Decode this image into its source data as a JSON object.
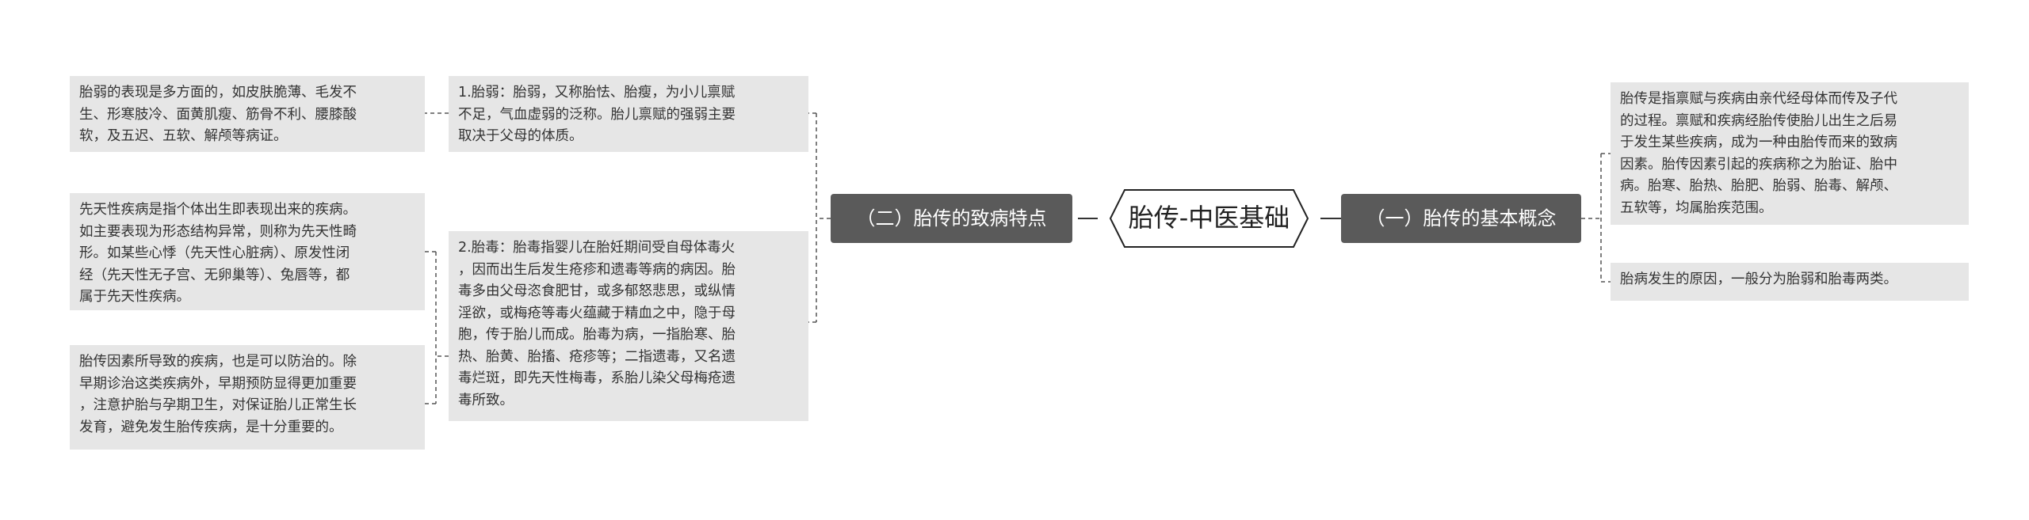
{
  "root": {
    "title": "胎传-中医基础"
  },
  "left_branch": {
    "label": "（二）胎传的致病特点",
    "items": [
      {
        "lines": [
          "1.胎弱：胎弱，又称胎怯、胎瘦，为小儿禀赋",
          "不足，气血虚弱的泛称。胎儿禀赋的强弱主要",
          "取决于父母的体质。"
        ],
        "details": [
          {
            "lines": [
              "胎弱的表现是多方面的，如皮肤脆薄、毛发不",
              "生、形寒肢冷、面黄肌瘦、筋骨不利、腰膝酸",
              "软，及五迟、五软、解颅等病证。"
            ]
          }
        ]
      },
      {
        "lines": [
          "2.胎毒：胎毒指婴儿在胎妊期间受自母体毒火",
          "，因而出生后发生疮疹和遗毒等病的病因。胎",
          "毒多由父母恣食肥甘，或多郁怒悲思，或纵情",
          "淫欲，或梅疮等毒火蕴藏于精血之中，隐于母",
          "胞，传于胎儿而成。胎毒为病，一指胎寒、胎",
          "热、胎黄、胎搐、疮疹等；二指遗毒，又名遗",
          "毒烂斑，即先天性梅毒，系胎儿染父母梅疮遗",
          "毒所致。"
        ],
        "details": [
          {
            "lines": [
              "先天性疾病是指个体出生即表现出来的疾病。",
              "如主要表现为形态结构异常，则称为先天性畸",
              "形。如某些心悸（先天性心脏病）、原发性闭",
              "经（先天性无子宫、无卵巢等）、兔唇等，都",
              "属于先天性疾病。"
            ]
          },
          {
            "lines": [
              "胎传因素所导致的疾病，也是可以防治的。除",
              "早期诊治这类疾病外，早期预防显得更加重要",
              "，注意护胎与孕期卫生，对保证胎儿正常生长",
              "发育，避免发生胎传疾病，是十分重要的。"
            ]
          }
        ]
      }
    ]
  },
  "right_branch": {
    "label": "（一）胎传的基本概念",
    "items": [
      {
        "lines": [
          "胎传是指禀赋与疾病由亲代经母体而传及子代",
          "的过程。禀赋和疾病经胎传使胎儿出生之后易",
          "于发生某些疾病，成为一种由胎传而来的致病",
          "因素。胎传因素引起的疾病称之为胎证、胎中",
          "病。胎寒、胎热、胎肥、胎弱、胎毒、解颅、",
          "五软等，均属胎疾范围。"
        ]
      },
      {
        "lines": [
          "胎病发生的原因，一般分为胎弱和胎毒两类。"
        ]
      }
    ]
  }
}
